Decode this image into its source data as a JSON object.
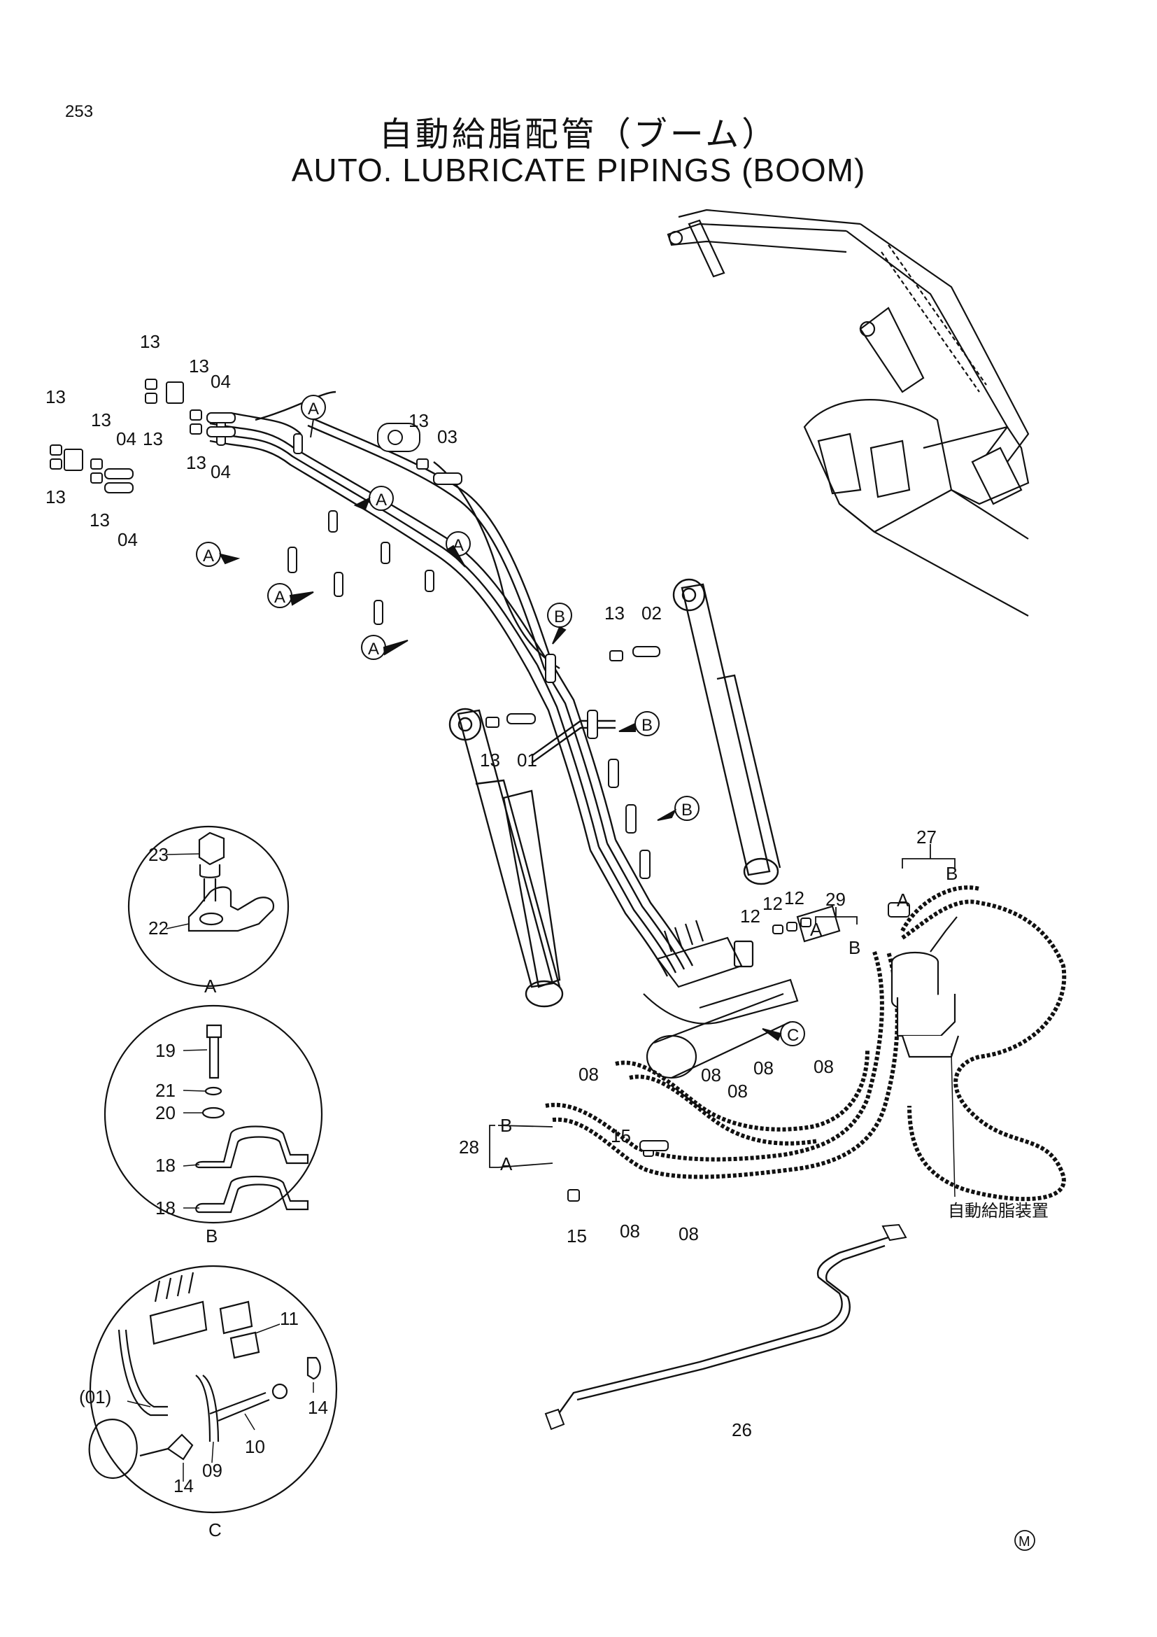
{
  "page_number": "253",
  "title_japanese": "自動給脂配管（ブーム）",
  "title_english": "AUTO. LUBRICATE PIPINGS (BOOM)",
  "unit_label_japanese": "自動給脂装置",
  "mark_symbol": "M",
  "section_labels": {
    "A": "A",
    "B": "B",
    "C": "C"
  },
  "part_labels": {
    "p01": "01",
    "p02": "02",
    "p03": "03",
    "p04": "04",
    "p08": "08",
    "p09": "09",
    "p10": "10",
    "p11": "11",
    "p12": "12",
    "p13": "13",
    "p14": "14",
    "p15": "15",
    "p18": "18",
    "p19": "19",
    "p20": "20",
    "p21": "21",
    "p22": "22",
    "p23": "23",
    "p26": "26",
    "p27": "27",
    "p28": "28",
    "p29": "29",
    "p01_ref": "(01)"
  },
  "line_color": "#111111"
}
